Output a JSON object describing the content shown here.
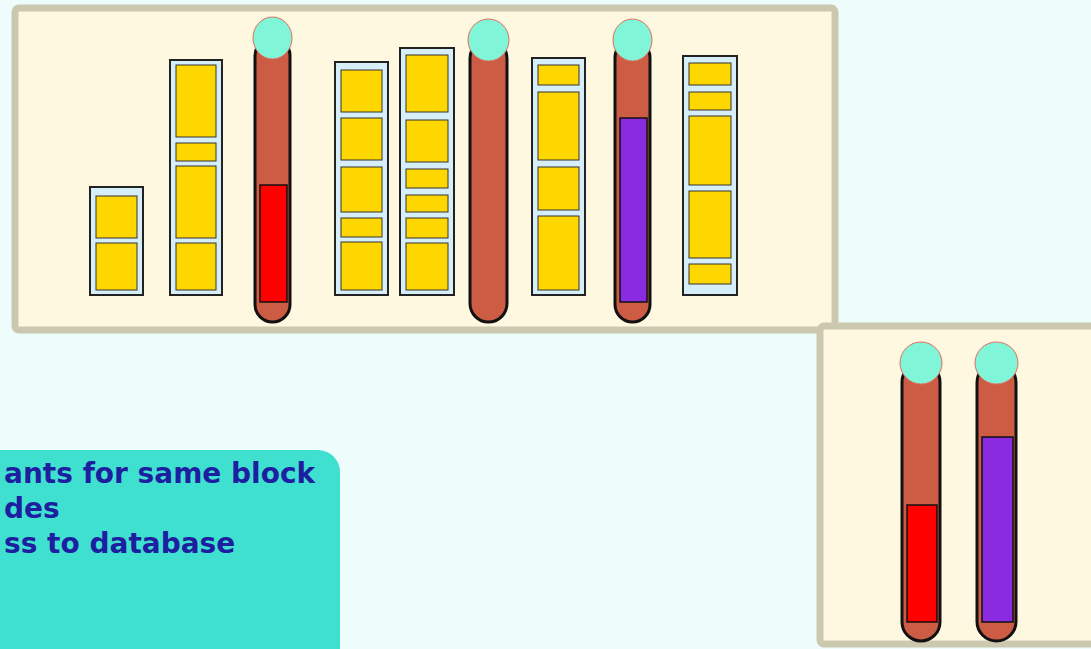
{
  "diagram": {
    "nodes": [
      {
        "text": [
          "ants for same block",
          "des",
          "ss to database"
        ]
      }
    ]
  }
}
